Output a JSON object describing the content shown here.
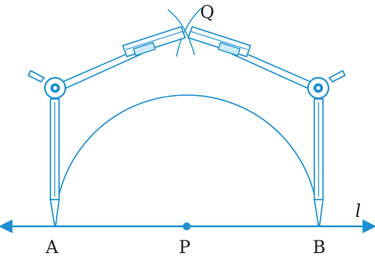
{
  "labels": {
    "point_a": "A",
    "point_p": "P",
    "point_b": "B",
    "point_q": "Q",
    "line_l": "l"
  },
  "colors": {
    "accent": "#1b8fd1",
    "accent_light": "#cfe9f7",
    "ink": "#1a1a1a"
  },
  "icons": {
    "left_compass": "compass-icon",
    "right_compass": "compass-icon"
  }
}
